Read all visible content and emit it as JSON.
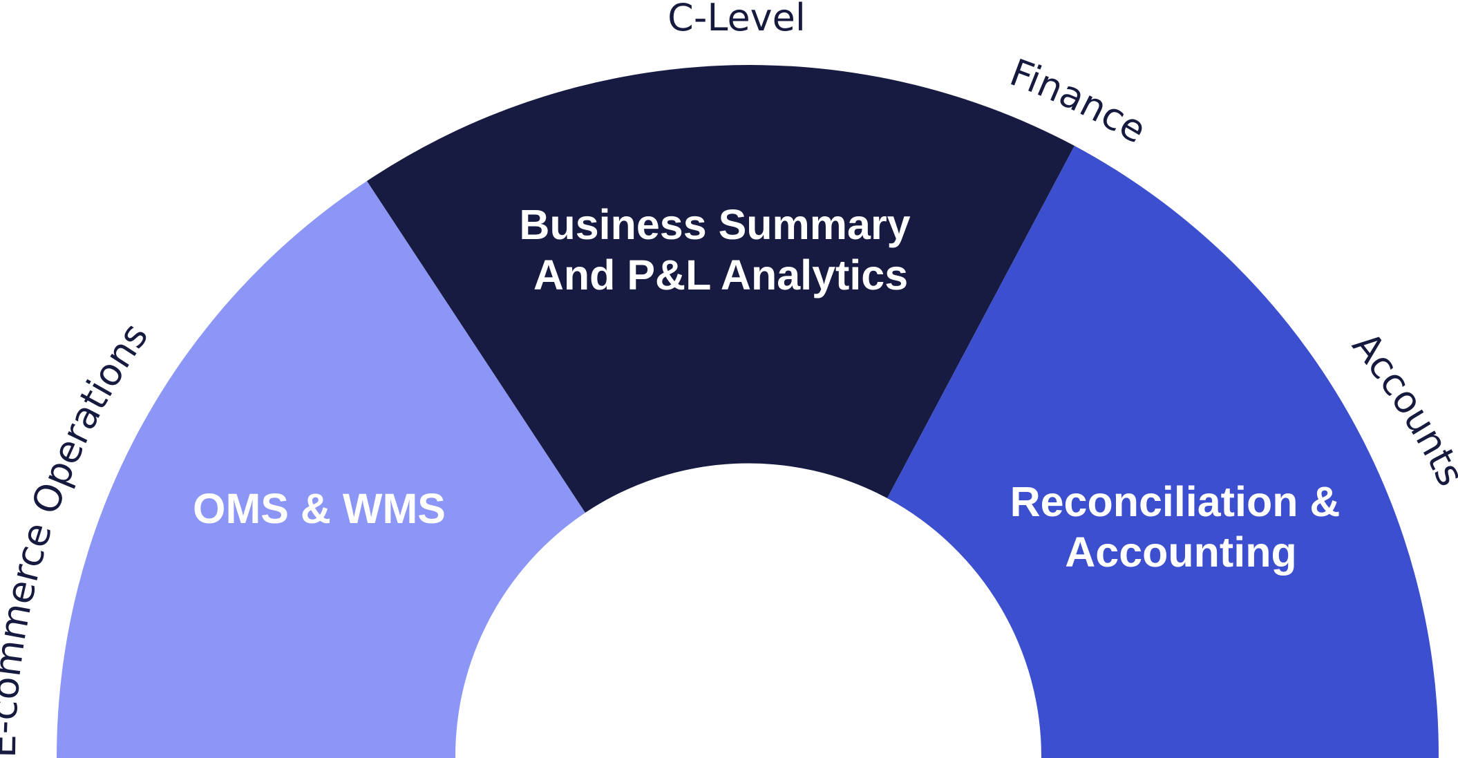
{
  "diagram": {
    "segments": [
      {
        "lines": [
          "OMS & WMS"
        ],
        "color": "#8b96f6"
      },
      {
        "lines": [
          "Business Summary",
          "And P&L Analytics"
        ],
        "color": "#171a41"
      },
      {
        "lines": [
          "Reconciliation &",
          "Accounting"
        ],
        "color": "#3b4fcf"
      }
    ],
    "outer_labels": {
      "left": "E-commerce Operations",
      "top": "C-Level",
      "finance": "Finance",
      "right": "Accounts"
    },
    "label_color": "#161a3f"
  }
}
